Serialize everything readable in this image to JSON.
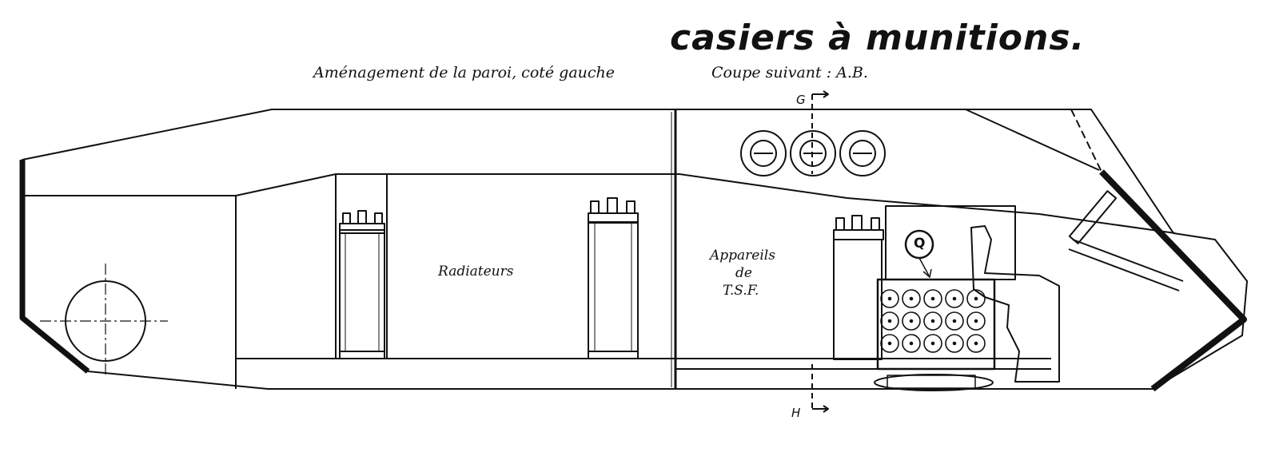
{
  "drawing": {
    "title": "casiers à munitions.",
    "subtitle_left": "Aménagement de la paroi, coté gauche",
    "subtitle_right": "Coupe suivant : A.B.",
    "labels": {
      "radiators": "Radiateurs",
      "tsf_line1": "Appareils",
      "tsf_line2": "de",
      "tsf_line3": "T.S.F."
    },
    "markers": {
      "section_top": "G",
      "section_bottom": "H",
      "circle_letter": "Q"
    }
  }
}
